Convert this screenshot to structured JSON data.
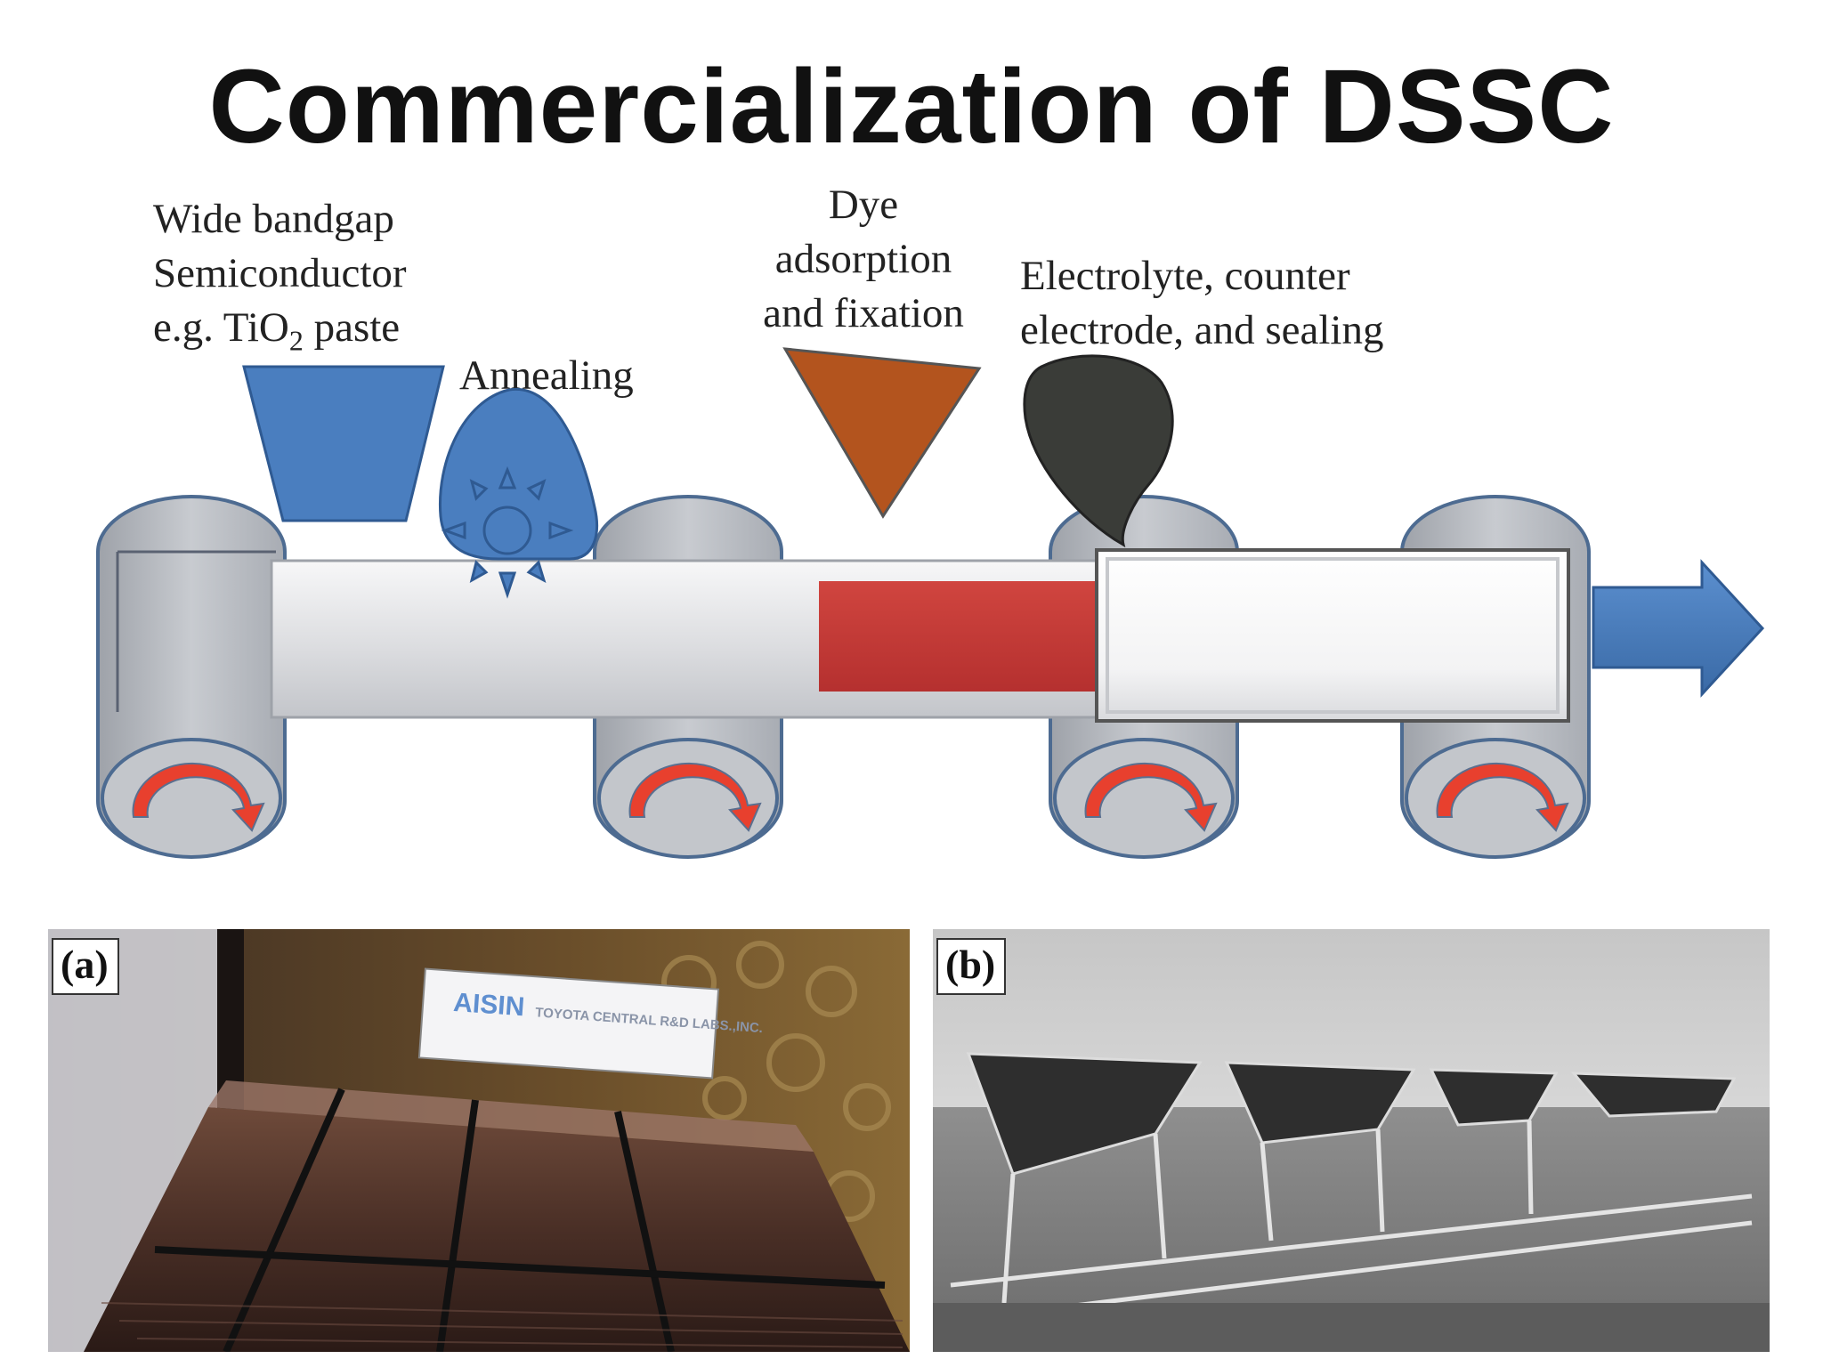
{
  "title": "Commercialization of DSSC",
  "steps": {
    "semiconductor": {
      "line1": "Wide bandgap",
      "line2": "Semiconductor",
      "line3_prefix": "e.g. TiO",
      "line3_sub": "2",
      "line3_suffix": " paste"
    },
    "annealing": "Annealing",
    "dye": {
      "line1": "Dye",
      "line2": "adsorption",
      "line3": "and fixation"
    },
    "electrolyte": {
      "line1": "Electrolyte, counter",
      "line2": "electrode, and sealing"
    }
  },
  "photos": {
    "a": {
      "tag": "(a)",
      "sign_brand": "AISIN",
      "sign_text": "TOYOTA CENTRAL R&D LABS.,INC."
    },
    "b": {
      "tag": "(b)"
    }
  },
  "colors": {
    "funnel_blue": "#4a7ebf",
    "dye_orange": "#b3541e",
    "electrode_dark": "#3a3c38",
    "film_red": "#c0393b",
    "roller_gray": "#bcbfc5",
    "arrow_red": "#e8402e"
  },
  "icons": [
    "funnel-icon",
    "sun-icon",
    "dye-triangle-icon",
    "electrode-disc-icon",
    "rotation-arrow-icon",
    "output-arrow-icon"
  ]
}
